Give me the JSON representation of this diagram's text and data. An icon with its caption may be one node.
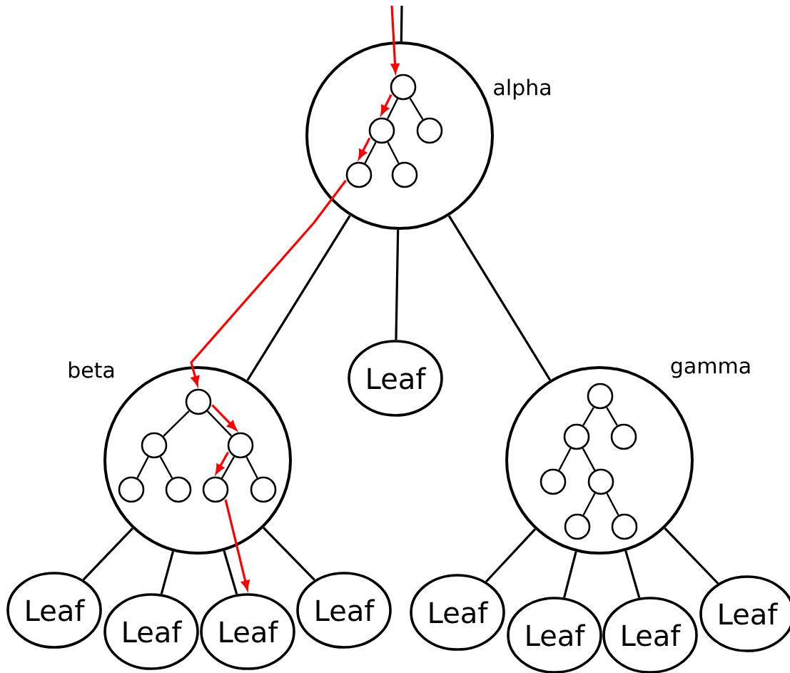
{
  "diagram": {
    "nodes": [
      {
        "text": [
          "alpha"
        ]
      },
      {
        "text": [],
        "shape": "circle",
        "in": 0
      },
      {
        "text": [],
        "shape": "circle",
        "in": 0
      },
      {
        "text": [],
        "shape": "circle",
        "in": 0
      },
      {
        "text": [],
        "shape": "circle",
        "in": 0
      },
      {
        "text": [],
        "shape": "circle",
        "in": 0
      },
      {
        "text": [
          "beta"
        ]
      },
      {
        "text": [],
        "shape": "circle",
        "in": 6
      },
      {
        "text": [],
        "shape": "circle",
        "in": 6
      },
      {
        "text": [],
        "shape": "circle",
        "in": 6
      },
      {
        "text": [],
        "shape": "circle",
        "in": 6
      },
      {
        "text": [],
        "shape": "circle",
        "in": 6
      },
      {
        "text": [],
        "shape": "circle",
        "in": 6
      },
      {
        "text": [],
        "shape": "circle",
        "in": 6
      },
      {
        "text": [
          "Leaf"
        ]
      },
      {
        "text": [
          "gamma"
        ]
      },
      {
        "text": [],
        "shape": "circle",
        "in": 15
      },
      {
        "text": [],
        "shape": "circle",
        "in": 15
      },
      {
        "text": [],
        "shape": "circle",
        "in": 15
      },
      {
        "text": [],
        "shape": "circle",
        "in": 15
      },
      {
        "text": [],
        "shape": "circle",
        "in": 15
      },
      {
        "text": [],
        "shape": "circle",
        "in": 15
      },
      {
        "text": [],
        "shape": "circle",
        "in": 15
      },
      {
        "text": [
          "Leaf"
        ]
      },
      {
        "text": [
          "Leaf"
        ]
      },
      {
        "text": [
          "Leaf"
        ]
      },
      {
        "text": [
          "Leaf"
        ]
      },
      {
        "text": [
          "Leaf"
        ]
      },
      {
        "text": [
          "Leaf"
        ]
      },
      {
        "text": [
          "Leaf"
        ]
      },
      {
        "text": [
          "Leaf"
        ]
      }
    ],
    "edges": [
      {
        "from": null,
        "to": 0,
        "arrow": "none"
      },
      {
        "from": 0,
        "to": 6,
        "arrow": "none"
      },
      {
        "from": 0,
        "to": 14,
        "arrow": "none"
      },
      {
        "from": 0,
        "to": 15,
        "arrow": "none"
      },
      {
        "from": 1,
        "to": 2,
        "arrow": "none"
      },
      {
        "from": 1,
        "to": 3,
        "arrow": "none"
      },
      {
        "from": 2,
        "to": 4,
        "arrow": "none"
      },
      {
        "from": 2,
        "to": 5,
        "arrow": "none"
      },
      {
        "from": 7,
        "to": 8,
        "arrow": "none"
      },
      {
        "from": 7,
        "to": 9,
        "arrow": "none"
      },
      {
        "from": 8,
        "to": 10,
        "arrow": "none"
      },
      {
        "from": 8,
        "to": 11,
        "arrow": "none"
      },
      {
        "from": 9,
        "to": 12,
        "arrow": "none"
      },
      {
        "from": 9,
        "to": 13,
        "arrow": "none"
      },
      {
        "from": 16,
        "to": 17,
        "arrow": "none"
      },
      {
        "from": 16,
        "to": 18,
        "arrow": "none"
      },
      {
        "from": 17,
        "to": 19,
        "arrow": "none"
      },
      {
        "from": 17,
        "to": 20,
        "arrow": "none"
      },
      {
        "from": 20,
        "to": 21,
        "arrow": "none"
      },
      {
        "from": 20,
        "to": 22,
        "arrow": "none"
      },
      {
        "from": 6,
        "to": 23,
        "arrow": "none"
      },
      {
        "from": 6,
        "to": 24,
        "arrow": "none"
      },
      {
        "from": 6,
        "to": 25,
        "arrow": "none"
      },
      {
        "from": 6,
        "to": 26,
        "arrow": "none"
      },
      {
        "from": 15,
        "to": 27,
        "arrow": "none"
      },
      {
        "from": 15,
        "to": 28,
        "arrow": "none"
      },
      {
        "from": 15,
        "to": 29,
        "arrow": "none"
      },
      {
        "from": 15,
        "to": 30,
        "arrow": "none"
      },
      {
        "from": null,
        "to": 1,
        "arrow": "to",
        "color": "#ff0000"
      },
      {
        "from": 1,
        "to": 2,
        "arrow": "to",
        "color": "#ff0000"
      },
      {
        "from": 2,
        "to": 4,
        "arrow": "to",
        "color": "#ff0000"
      },
      {
        "from": 4,
        "to": 7,
        "arrow": "to",
        "color": "#ff0000"
      },
      {
        "from": 7,
        "to": 9,
        "arrow": "to",
        "color": "#ff0000"
      },
      {
        "from": 9,
        "to": 12,
        "arrow": "to",
        "color": "#ff0000"
      },
      {
        "from": 12,
        "to": 25,
        "arrow": "to",
        "color": "#ff0000"
      }
    ]
  }
}
